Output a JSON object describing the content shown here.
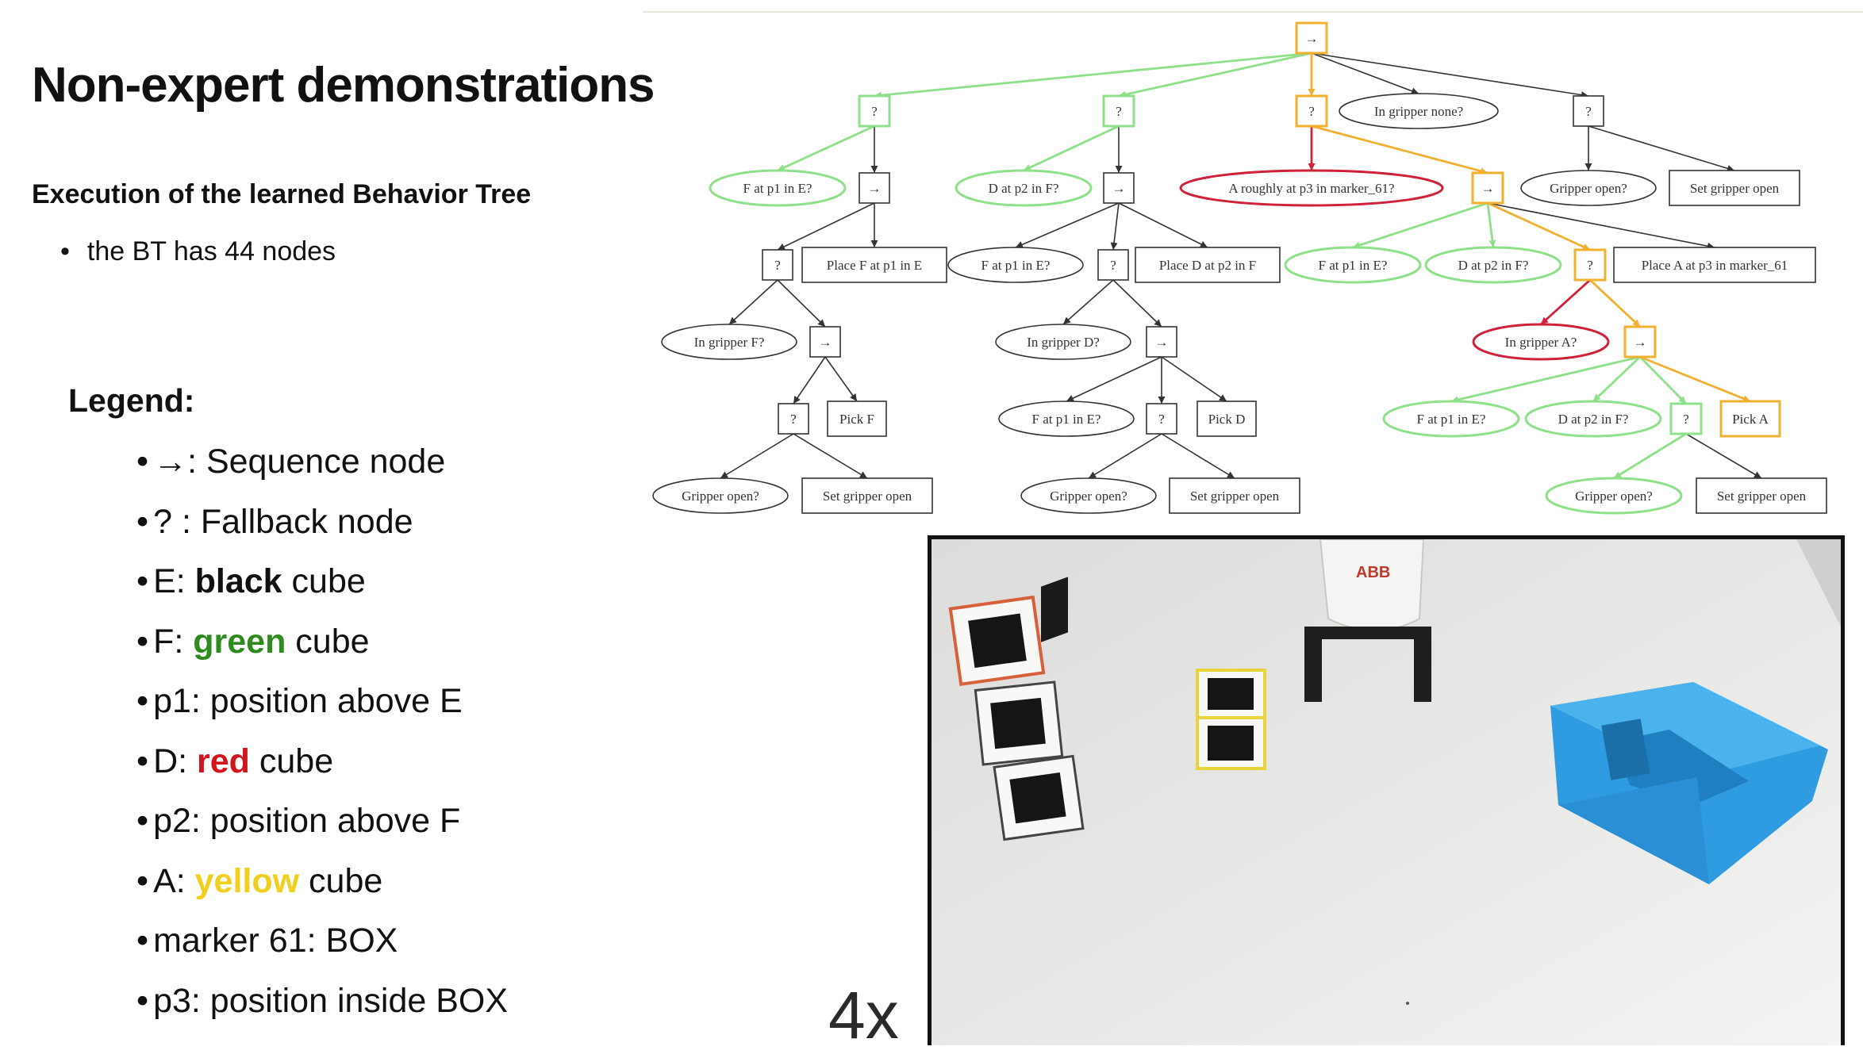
{
  "slide": {
    "title": "Non-expert demonstrations",
    "subtitle": "Execution of the learned Behavior Tree",
    "bullet": "the BT has 44 nodes",
    "legend_title": "Legend:",
    "speed": "4x"
  },
  "legend": [
    {
      "prefix": "",
      "arrow": true,
      "text": ": Sequence node"
    },
    {
      "prefix": "? ",
      "text": " : Fallback node"
    },
    {
      "prefix": "E: ",
      "highlight": "black",
      "color": "#111111",
      "suffix": " cube"
    },
    {
      "prefix": "F: ",
      "highlight": "green",
      "color": "#2e8b1e",
      "suffix": " cube"
    },
    {
      "prefix": "p1: position above E"
    },
    {
      "prefix": "D: ",
      "highlight": "red",
      "color": "#d2151a",
      "suffix": " cube"
    },
    {
      "prefix": "p2: position above F"
    },
    {
      "prefix": "A: ",
      "highlight": "yellow",
      "color": "#f2cf1e",
      "suffix": " cube"
    },
    {
      "prefix": "marker 61:  BOX"
    },
    {
      "prefix": "p3: position inside BOX"
    }
  ],
  "tree": {
    "colors": {
      "default": "#333333",
      "success": "#8fe08a",
      "failure": "#d0213a",
      "running": "#f0b030"
    },
    "nodes": [
      {
        "id": "root",
        "type": "seq",
        "label": "→",
        "state": "running"
      },
      {
        "id": "fb1",
        "type": "fb",
        "label": "?",
        "state": "success"
      },
      {
        "id": "fb2",
        "type": "fb",
        "label": "?",
        "state": "success"
      },
      {
        "id": "fb3",
        "type": "fb",
        "label": "?",
        "state": "running"
      },
      {
        "id": "c_none",
        "type": "cond",
        "label": "In gripper none?",
        "state": "default"
      },
      {
        "id": "fb4",
        "type": "fb",
        "label": "?",
        "state": "default"
      },
      {
        "id": "c_F_p1",
        "type": "cond",
        "label": "F at p1 in E?",
        "state": "success"
      },
      {
        "id": "s1",
        "type": "seq",
        "label": "→",
        "state": "default"
      },
      {
        "id": "c_D_p2",
        "type": "cond",
        "label": "D at p2 in F?",
        "state": "success"
      },
      {
        "id": "s2",
        "type": "seq",
        "label": "→",
        "state": "default"
      },
      {
        "id": "c_A_rough",
        "type": "cond",
        "label": "A roughly at p3 in marker_61?",
        "state": "failure"
      },
      {
        "id": "s3",
        "type": "seq",
        "label": "→",
        "state": "running"
      },
      {
        "id": "c_grip_open4",
        "type": "cond",
        "label": "Gripper open?",
        "state": "default"
      },
      {
        "id": "a_set_open4",
        "type": "act",
        "label": "Set gripper open",
        "state": "default"
      },
      {
        "id": "fb5",
        "type": "fb",
        "label": "?",
        "state": "default"
      },
      {
        "id": "a_place_F",
        "type": "act",
        "label": "Place F at p1 in E",
        "state": "default"
      },
      {
        "id": "c_F_p1_b",
        "type": "cond",
        "label": "F at p1 in E?",
        "state": "default"
      },
      {
        "id": "fb6",
        "type": "fb",
        "label": "?",
        "state": "default"
      },
      {
        "id": "a_place_D",
        "type": "act",
        "label": "Place D at p2 in F",
        "state": "default"
      },
      {
        "id": "c_F_p1_c",
        "type": "cond",
        "label": "F at p1 in E?",
        "state": "success"
      },
      {
        "id": "c_D_p2_c",
        "type": "cond",
        "label": "D at p2 in F?",
        "state": "success"
      },
      {
        "id": "fb7",
        "type": "fb",
        "label": "?",
        "state": "running"
      },
      {
        "id": "a_place_A",
        "type": "act",
        "label": "Place A at p3 in marker_61",
        "state": "default"
      },
      {
        "id": "c_in_F",
        "type": "cond",
        "label": "In gripper F?",
        "state": "default"
      },
      {
        "id": "s4",
        "type": "seq",
        "label": "→",
        "state": "default"
      },
      {
        "id": "c_in_D",
        "type": "cond",
        "label": "In gripper D?",
        "state": "default"
      },
      {
        "id": "s5",
        "type": "seq",
        "label": "→",
        "state": "default"
      },
      {
        "id": "c_in_A",
        "type": "cond",
        "label": "In gripper A?",
        "state": "failure"
      },
      {
        "id": "s6",
        "type": "seq",
        "label": "→",
        "state": "running"
      },
      {
        "id": "fb8",
        "type": "fb",
        "label": "?",
        "state": "default"
      },
      {
        "id": "a_pick_F",
        "type": "act",
        "label": "Pick F",
        "state": "default"
      },
      {
        "id": "c_F_p1_d",
        "type": "cond",
        "label": "F at p1 in E?",
        "state": "default"
      },
      {
        "id": "fb9",
        "type": "fb",
        "label": "?",
        "state": "default"
      },
      {
        "id": "a_pick_D",
        "type": "act",
        "label": "Pick D",
        "state": "default"
      },
      {
        "id": "c_F_p1_e",
        "type": "cond",
        "label": "F at p1 in E?",
        "state": "success"
      },
      {
        "id": "c_D_p2_e",
        "type": "cond",
        "label": "D at p2 in F?",
        "state": "success"
      },
      {
        "id": "fb10",
        "type": "fb",
        "label": "?",
        "state": "success"
      },
      {
        "id": "a_pick_A",
        "type": "act",
        "label": "Pick A",
        "state": "running"
      },
      {
        "id": "c_go_8",
        "type": "cond",
        "label": "Gripper open?",
        "state": "default"
      },
      {
        "id": "a_so_8",
        "type": "act",
        "label": "Set gripper open",
        "state": "default"
      },
      {
        "id": "c_go_9",
        "type": "cond",
        "label": "Gripper open?",
        "state": "default"
      },
      {
        "id": "a_so_9",
        "type": "act",
        "label": "Set gripper open",
        "state": "default"
      },
      {
        "id": "c_go_10",
        "type": "cond",
        "label": "Gripper open?",
        "state": "success"
      },
      {
        "id": "a_so_10",
        "type": "act",
        "label": "Set gripper open",
        "state": "default"
      }
    ],
    "edges": [
      [
        "root",
        "fb1",
        "success"
      ],
      [
        "root",
        "fb2",
        "success"
      ],
      [
        "root",
        "fb3",
        "running"
      ],
      [
        "root",
        "c_none",
        "default"
      ],
      [
        "root",
        "fb4",
        "default"
      ],
      [
        "fb1",
        "c_F_p1",
        "success"
      ],
      [
        "fb1",
        "s1",
        "default"
      ],
      [
        "fb2",
        "c_D_p2",
        "success"
      ],
      [
        "fb2",
        "s2",
        "default"
      ],
      [
        "fb3",
        "c_A_rough",
        "failure"
      ],
      [
        "fb3",
        "s3",
        "running"
      ],
      [
        "fb4",
        "c_grip_open4",
        "default"
      ],
      [
        "fb4",
        "a_set_open4",
        "default"
      ],
      [
        "s1",
        "fb5",
        "default"
      ],
      [
        "s1",
        "a_place_F",
        "default"
      ],
      [
        "s2",
        "c_F_p1_b",
        "default"
      ],
      [
        "s2",
        "fb6",
        "default"
      ],
      [
        "s2",
        "a_place_D",
        "default"
      ],
      [
        "s3",
        "c_F_p1_c",
        "success"
      ],
      [
        "s3",
        "c_D_p2_c",
        "success"
      ],
      [
        "s3",
        "fb7",
        "running"
      ],
      [
        "s3",
        "a_place_A",
        "default"
      ],
      [
        "fb5",
        "c_in_F",
        "default"
      ],
      [
        "fb5",
        "s4",
        "default"
      ],
      [
        "fb6",
        "c_in_D",
        "default"
      ],
      [
        "fb6",
        "s5",
        "default"
      ],
      [
        "fb7",
        "c_in_A",
        "failure"
      ],
      [
        "fb7",
        "s6",
        "running"
      ],
      [
        "s4",
        "fb8",
        "default"
      ],
      [
        "s4",
        "a_pick_F",
        "default"
      ],
      [
        "s5",
        "c_F_p1_d",
        "default"
      ],
      [
        "s5",
        "fb9",
        "default"
      ],
      [
        "s5",
        "a_pick_D",
        "default"
      ],
      [
        "s6",
        "c_F_p1_e",
        "success"
      ],
      [
        "s6",
        "c_D_p2_e",
        "success"
      ],
      [
        "s6",
        "fb10",
        "success"
      ],
      [
        "s6",
        "a_pick_A",
        "running"
      ],
      [
        "fb8",
        "c_go_8",
        "default"
      ],
      [
        "fb8",
        "a_so_8",
        "default"
      ],
      [
        "fb9",
        "c_go_9",
        "default"
      ],
      [
        "fb9",
        "a_so_9",
        "default"
      ],
      [
        "fb10",
        "c_go_10",
        "success"
      ],
      [
        "fb10",
        "a_so_10",
        "default"
      ]
    ]
  },
  "photo": {
    "robot_logo": "ABB"
  }
}
